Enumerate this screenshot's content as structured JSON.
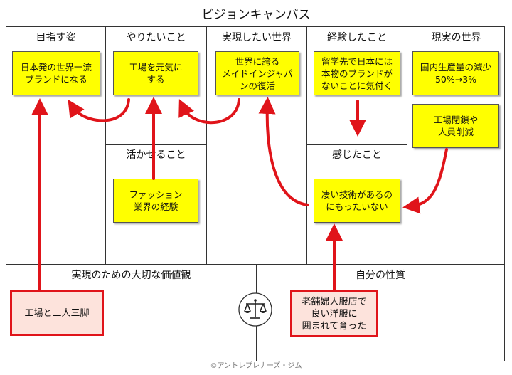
{
  "title": "ビジョンキャンバス",
  "columns": [
    {
      "header": "目指す姿"
    },
    {
      "header": "やりたいこと"
    },
    {
      "header": "実現したい世界"
    },
    {
      "header": "経験したこと"
    },
    {
      "header": "現実の世界"
    }
  ],
  "sub_headers": {
    "katsukaseru": "活かせること",
    "kanjita": "感じたこと"
  },
  "bottom_sections": {
    "values": "実現のための大切な価値観",
    "nature": "自分の性質"
  },
  "notes": {
    "mezasu": "日本発の世界一流\nブランドになる",
    "yaritai": "工場を元気に\nする",
    "sekai": "世界に誇る\nメイドインジャパ\nンの復活",
    "keiken": "留学先で日本には\n本物のブランドが\nないことに気付く",
    "genjitsu1": "国内生産量の減少\n50%→3%",
    "genjitsu2": "工場閉鎖や\n人員削減",
    "fashion": "ファッション\n業界の経験",
    "kanjita": "凄い技術があるの\nにもったいない",
    "kachikan": "工場と二人三脚",
    "seishitsu": "老舗婦人服店で\n良い洋服に\n囲まれて育った"
  },
  "icons": {
    "scale": "scale-icon"
  },
  "colors": {
    "note_yellow": "#ffff00",
    "arrow_red": "#e0141a",
    "red_note_bg": "#fde3dc"
  },
  "footer": "©アントレプレナーズ・ジム"
}
